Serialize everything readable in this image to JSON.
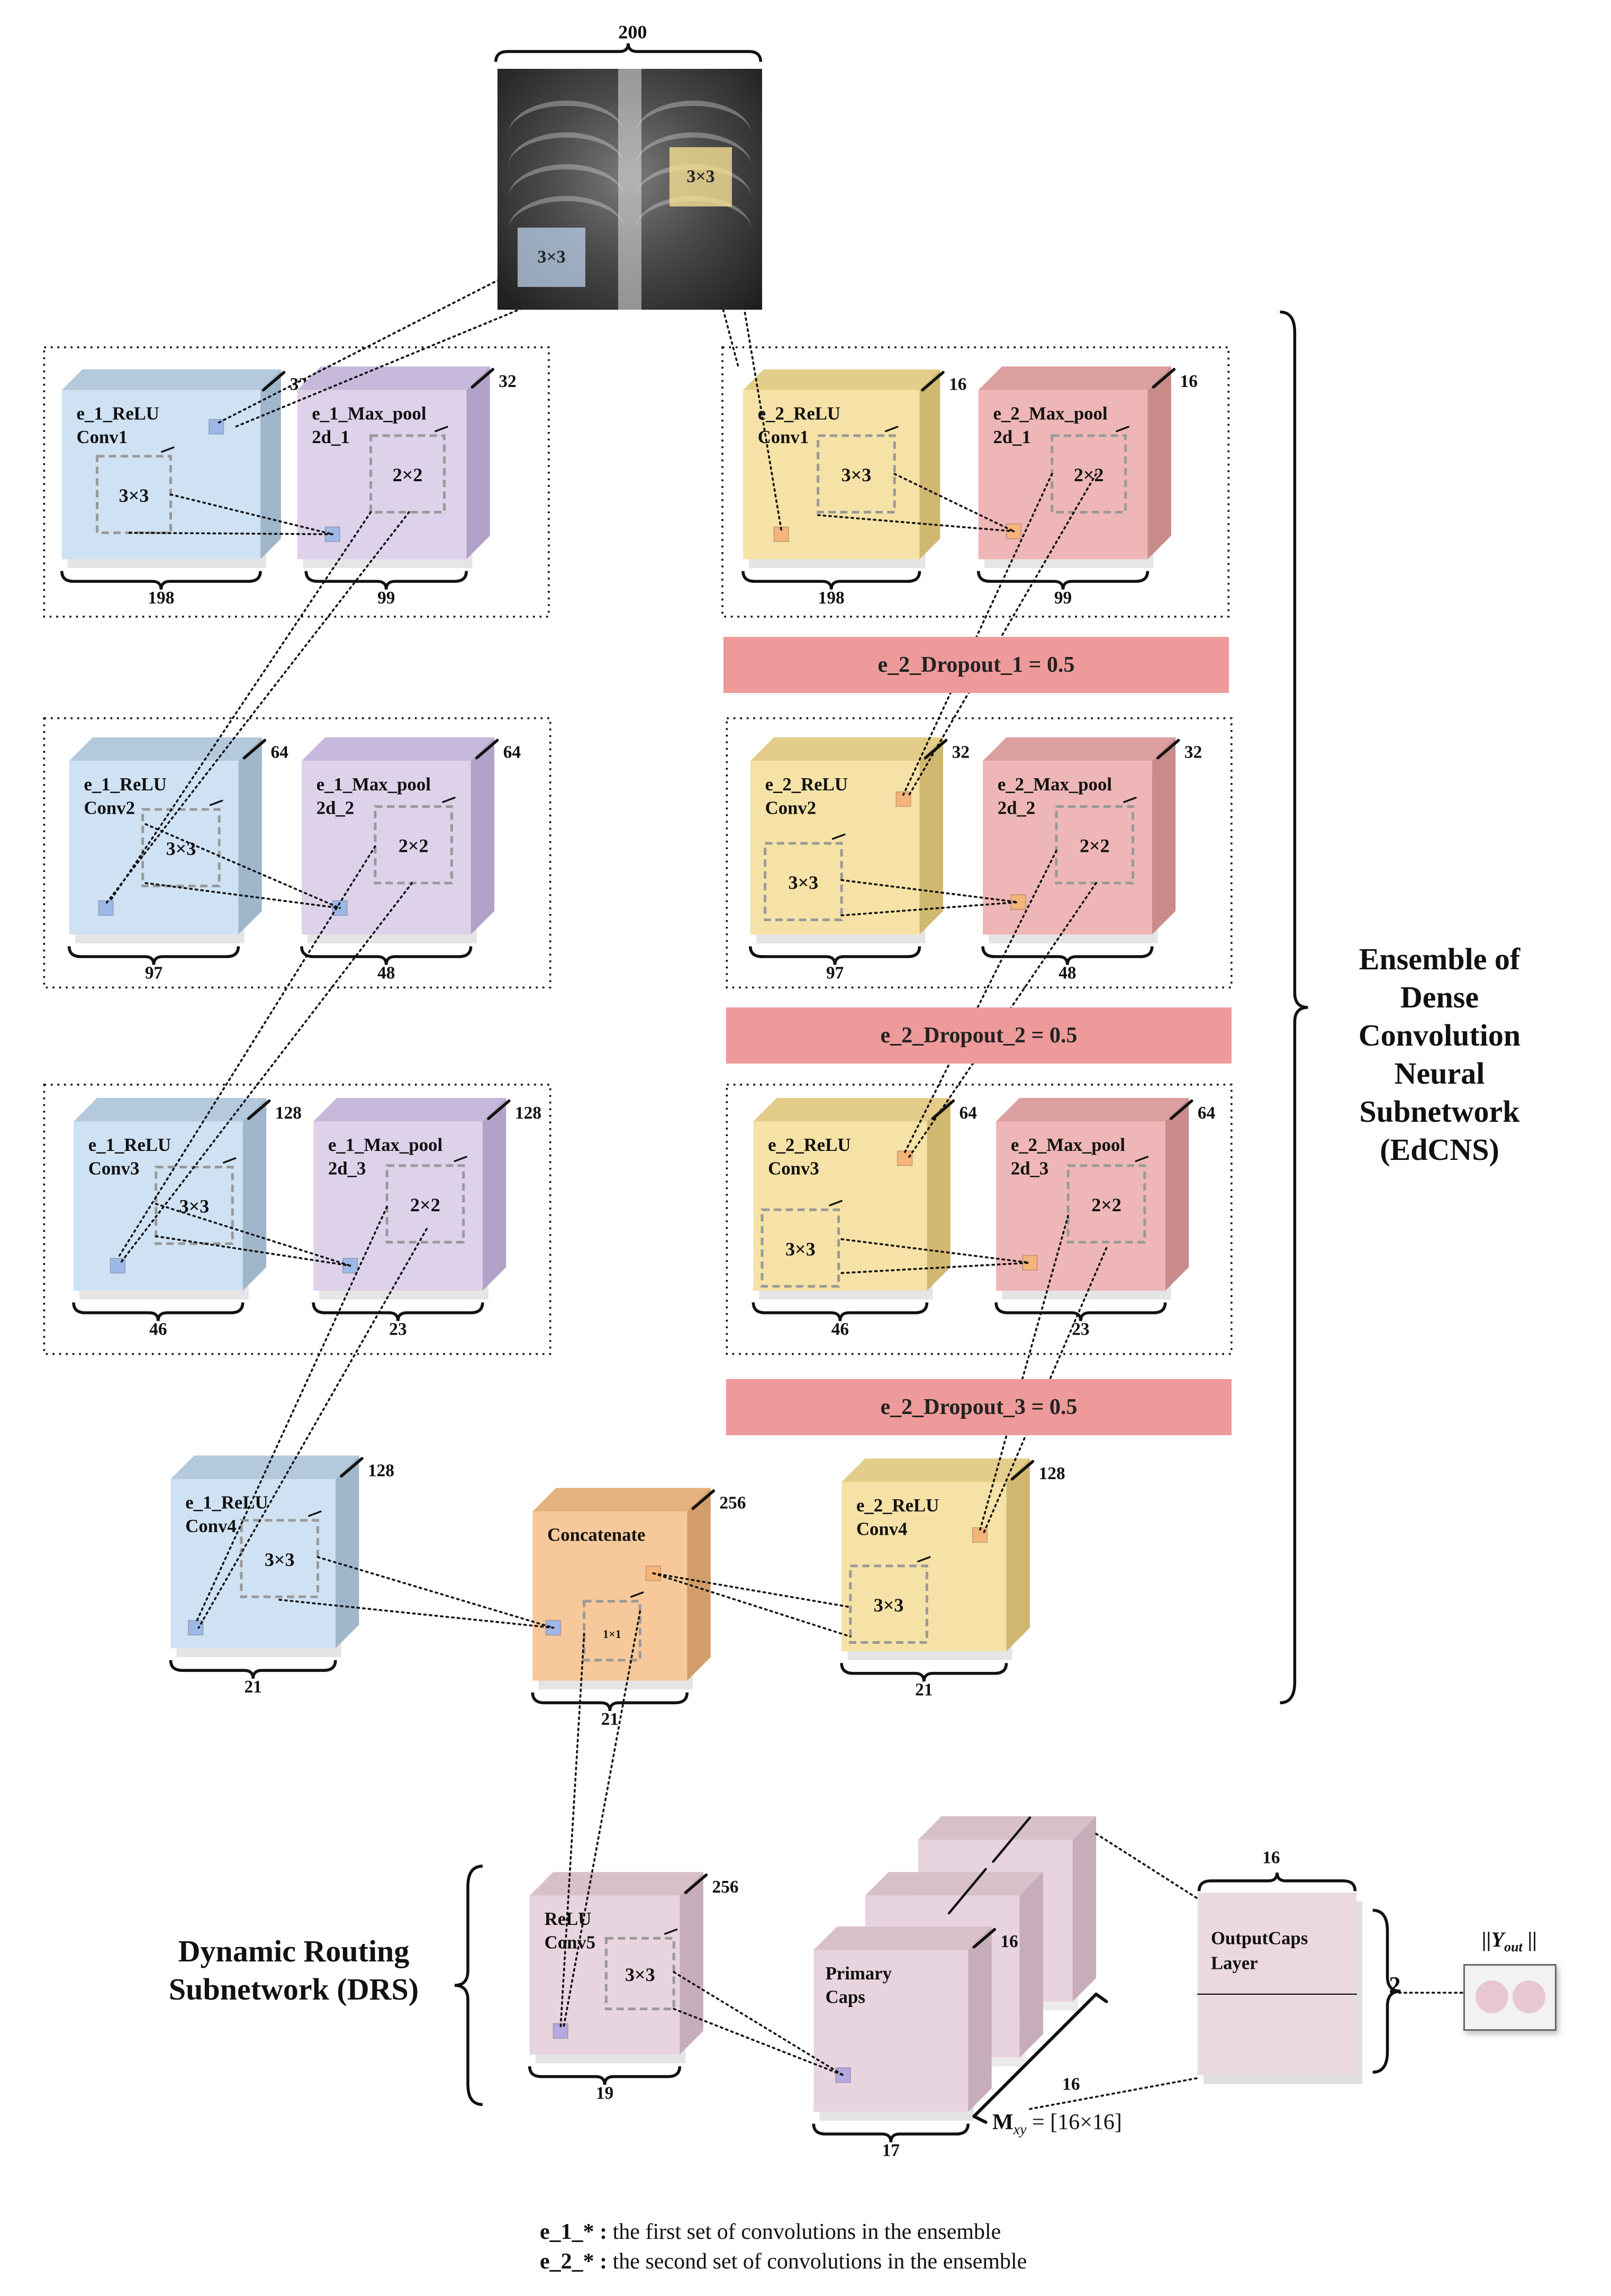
{
  "input": {
    "width_label": "200",
    "patch_a": "3×3",
    "patch_b": "3×3"
  },
  "blocks": [
    {
      "id": "e1-conv1",
      "label": [
        "e_1_ReLU",
        "Conv1"
      ],
      "kernel": "3×3",
      "depth": "32",
      "width": "198",
      "color": "blue"
    },
    {
      "id": "e1-pool1",
      "label": [
        "e_1_Max_pool",
        "2d_1"
      ],
      "kernel": "2×2",
      "depth": "32",
      "width": "99",
      "color": "purple"
    },
    {
      "id": "e2-conv1",
      "label": [
        "e_2_ReLU",
        "Conv1"
      ],
      "kernel": "3×3",
      "depth": "16",
      "width": "198",
      "color": "yellow"
    },
    {
      "id": "e2-pool1",
      "label": [
        "e_2_Max_pool",
        "2d_1"
      ],
      "kernel": "2×2",
      "depth": "16",
      "width": "99",
      "color": "red"
    },
    {
      "id": "e1-conv2",
      "label": [
        "e_1_ReLU",
        "Conv2"
      ],
      "kernel": "3×3",
      "depth": "64",
      "width": "97",
      "color": "blue"
    },
    {
      "id": "e1-pool2",
      "label": [
        "e_1_Max_pool",
        "2d_2"
      ],
      "kernel": "2×2",
      "depth": "64",
      "width": "48",
      "color": "purple"
    },
    {
      "id": "e2-conv2",
      "label": [
        "e_2_ReLU",
        "Conv2"
      ],
      "kernel": "3×3",
      "depth": "32",
      "width": "97",
      "color": "yellow"
    },
    {
      "id": "e2-pool2",
      "label": [
        "e_2_Max_pool",
        "2d_2"
      ],
      "kernel": "2×2",
      "depth": "32",
      "width": "48",
      "color": "red"
    },
    {
      "id": "e1-conv3",
      "label": [
        "e_1_ReLU",
        "Conv3"
      ],
      "kernel": "3×3",
      "depth": "128",
      "width": "46",
      "color": "blue"
    },
    {
      "id": "e1-pool3",
      "label": [
        "e_1_Max_pool",
        "2d_3"
      ],
      "kernel": "2×2",
      "depth": "128",
      "width": "23",
      "color": "purple"
    },
    {
      "id": "e2-conv3",
      "label": [
        "e_2_ReLU",
        "Conv3"
      ],
      "kernel": "3×3",
      "depth": "64",
      "width": "46",
      "color": "yellow"
    },
    {
      "id": "e2-pool3",
      "label": [
        "e_2_Max_pool",
        "2d_3"
      ],
      "kernel": "2×2",
      "depth": "64",
      "width": "23",
      "color": "red"
    },
    {
      "id": "e1-conv4",
      "label": [
        "e_1_ReLU",
        "Conv4"
      ],
      "kernel": "3×3",
      "depth": "128",
      "width": "21",
      "color": "blue"
    },
    {
      "id": "concat",
      "label": [
        "Concatenate"
      ],
      "kernel": "1×1",
      "depth": "256",
      "width": "21",
      "color": "orange"
    },
    {
      "id": "e2-conv4",
      "label": [
        "e_2_ReLU",
        "Conv4"
      ],
      "kernel": "3×3",
      "depth": "128",
      "width": "21",
      "color": "yellow"
    },
    {
      "id": "conv5",
      "label": [
        "ReLU",
        "Conv5"
      ],
      "kernel": "3×3",
      "depth": "256",
      "width": "19",
      "color": "pink"
    },
    {
      "id": "primary-caps",
      "label": [
        "Primary",
        "Caps"
      ],
      "kernel": "",
      "depth": "16",
      "width": "17",
      "color": "pink"
    }
  ],
  "dropouts": [
    "e_2_Dropout_1 = 0.5",
    "e_2_Dropout_2 = 0.5",
    "e_2_Dropout_3 = 0.5"
  ],
  "primary_caps_extra": {
    "side": "16",
    "mxy_prefix": "M",
    "mxy_sub": "xy",
    "mxy_suffix": " = [16×16]"
  },
  "output_caps": {
    "label": [
      "OutputCaps",
      "Layer"
    ],
    "width": "16",
    "height": "2"
  },
  "yout": {
    "prefix": "||",
    "var": "Y",
    "sub": "out",
    "suffix": " ||"
  },
  "edcns_label": [
    "Ensemble of",
    "Dense",
    "Convolution",
    "Neural",
    "Subnetwork",
    "(EdCNS)"
  ],
  "drs_label": [
    "Dynamic Routing",
    "Subnetwork (DRS)"
  ],
  "legend": [
    {
      "key": "e_1_* :",
      "text": " the first set of convolutions in the ensemble"
    },
    {
      "key": "e_2_* :",
      "text": " the second set of convolutions in the ensemble"
    }
  ],
  "colors": {
    "blue": [
      "#cfe2f3",
      "#b4c9dc",
      "#9fb6cb"
    ],
    "purple": [
      "#ddd2ea",
      "#c7b9db",
      "#b2a2c8"
    ],
    "yellow": [
      "#f6e2a6",
      "#e4cd8a",
      "#d1b870"
    ],
    "red": [
      "#eeb6b6",
      "#dc9f9f",
      "#c98a8a"
    ],
    "orange": [
      "#f6c89a",
      "#e5b27f",
      "#d39d69"
    ],
    "pink": [
      "#e8d4de",
      "#d8c0cb",
      "#c6adb9"
    ]
  }
}
